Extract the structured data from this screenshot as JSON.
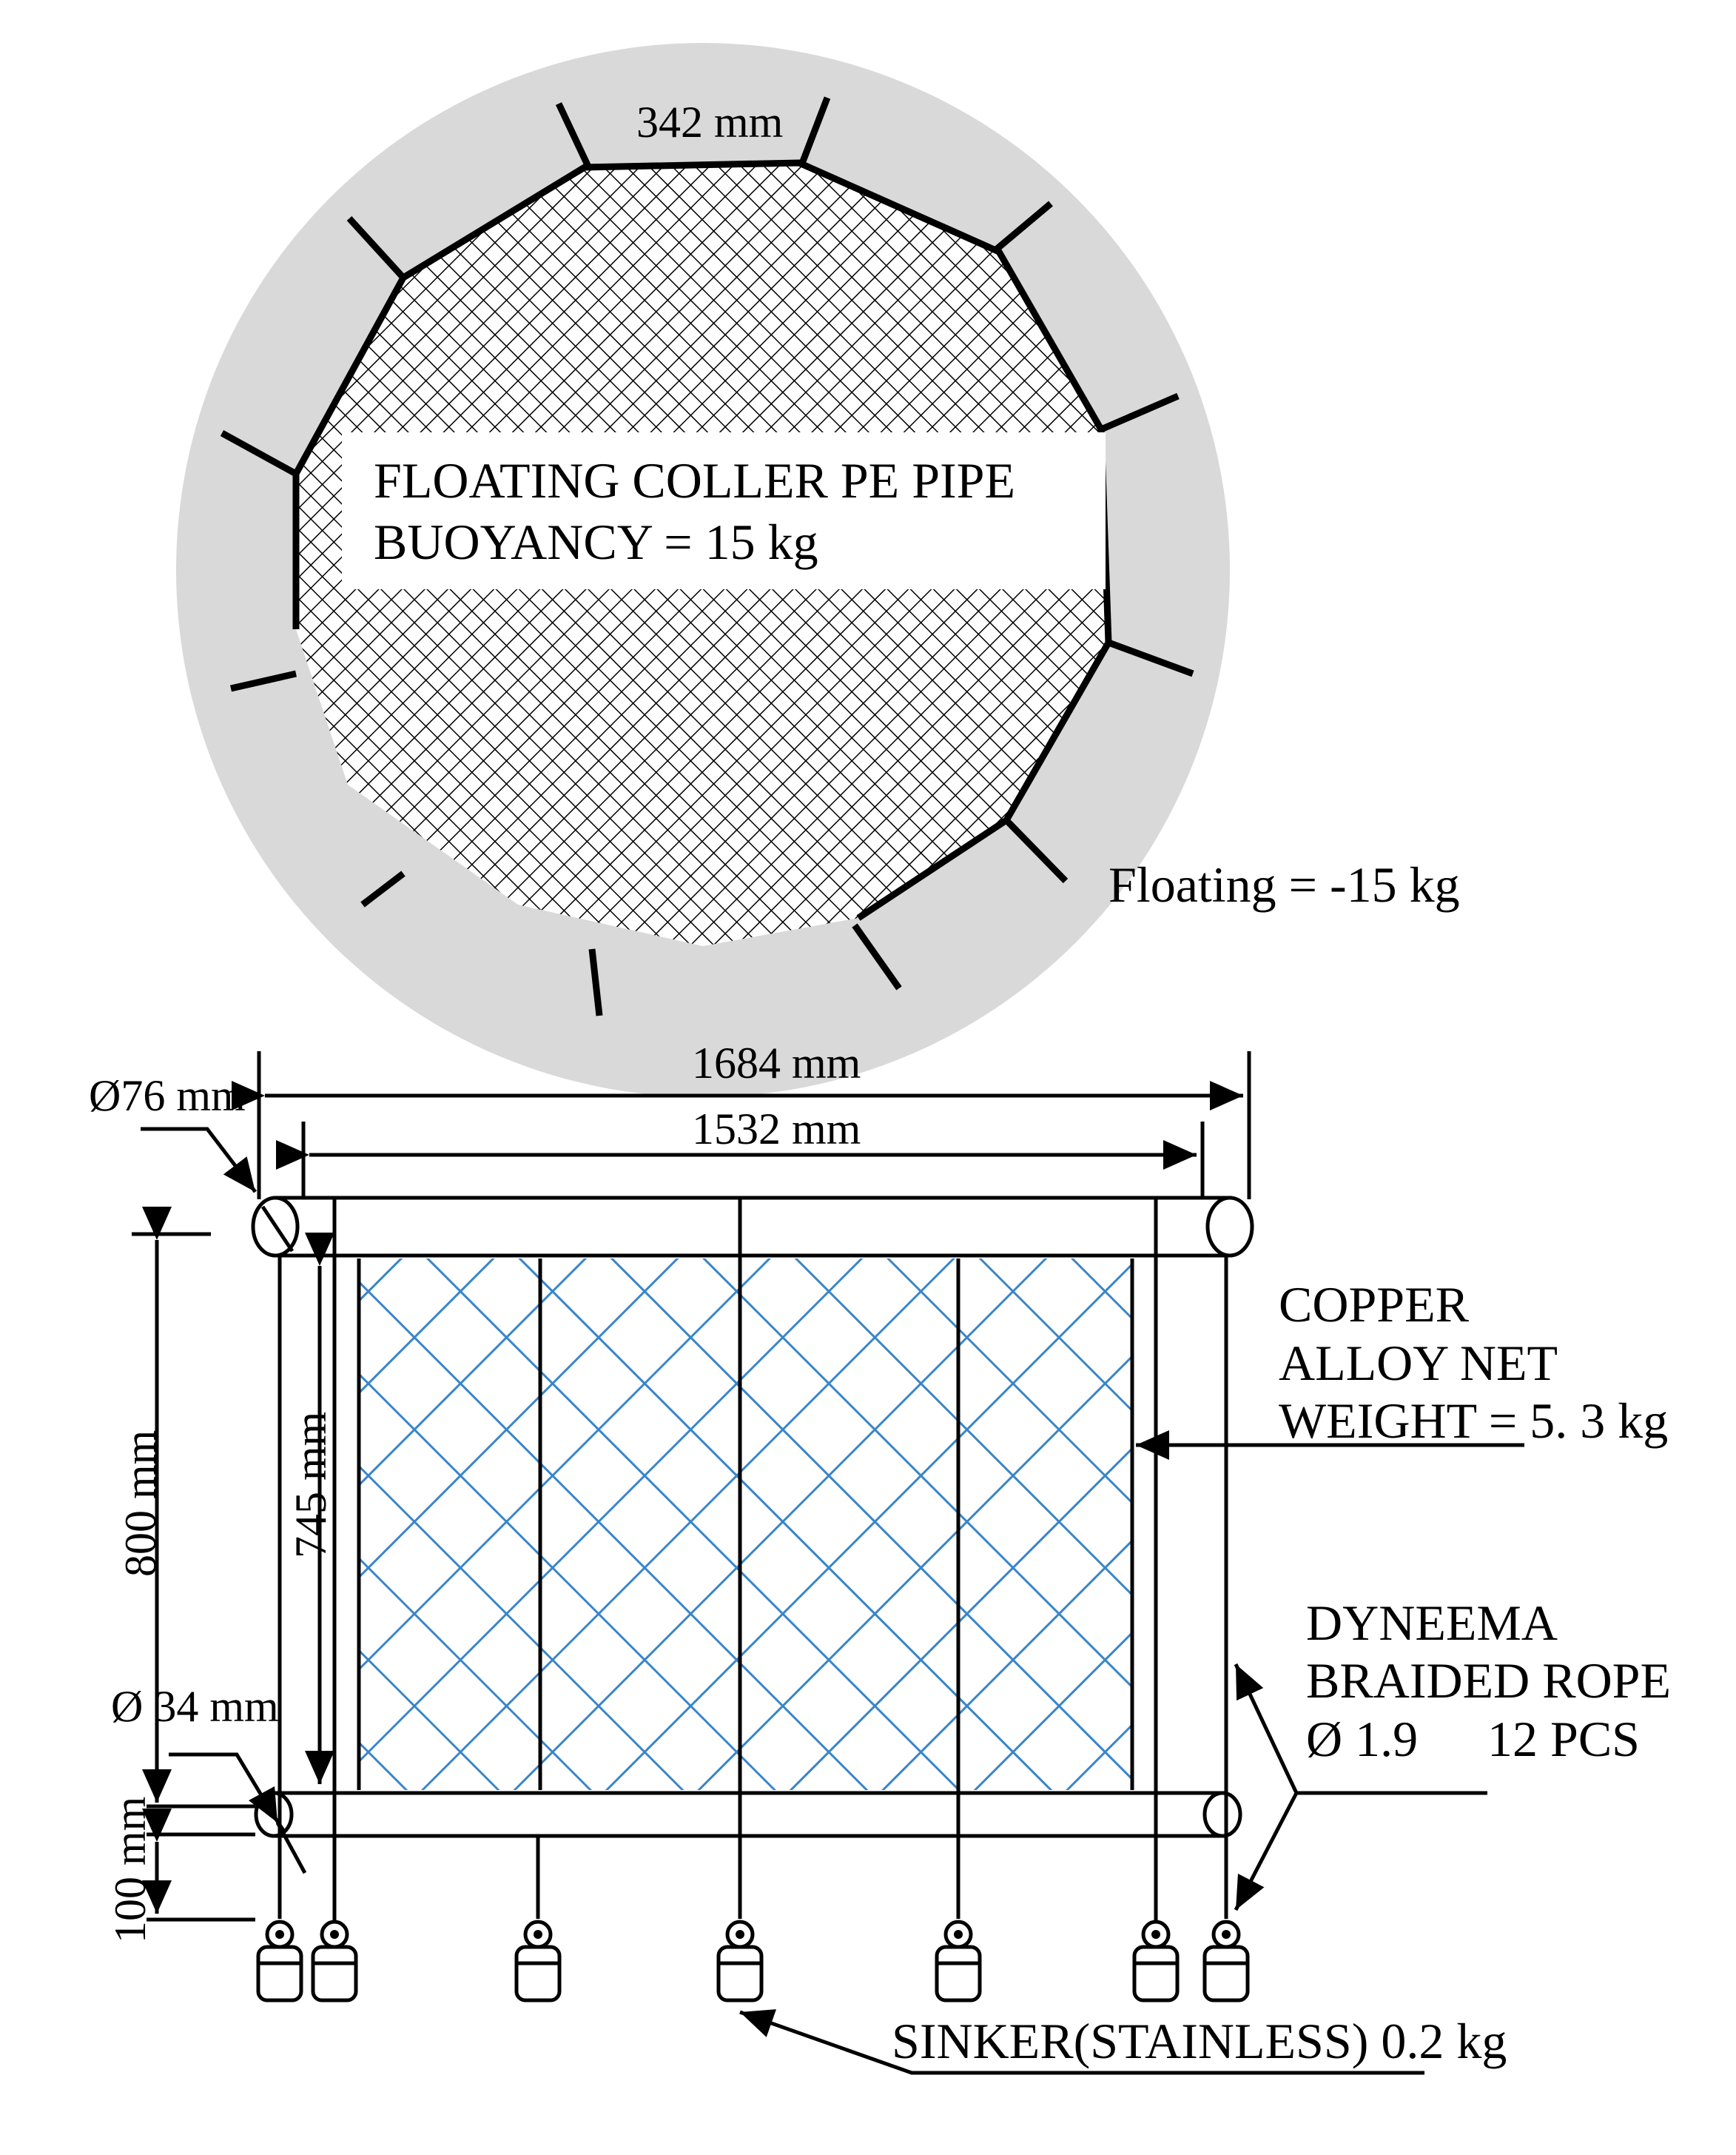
{
  "top_view": {
    "side_length": "342 mm",
    "collar_title": "FLOATING COLLER PE PIPE",
    "collar_buoyancy": "BUOYANCY = 15 kg",
    "floating": "Floating = -15 kg"
  },
  "side_view": {
    "outer_width": "1684 mm",
    "inner_width": "1532 mm",
    "top_pipe_diameter": "Ø76 mm",
    "total_height": "800 mm",
    "net_height": "745 mm",
    "bottom_pipe_diameter": "Ø 34 mm",
    "sinker_drop": "100 mm",
    "net_label": [
      "COPPER",
      "ALLOY NET",
      "WEIGHT = 5. 3 kg"
    ],
    "rope_label": [
      "DYNEEMA",
      "BRAIDED ROPE",
      "Ø 1.9",
      "12 PCS"
    ],
    "sinker_label": "SINKER(STAINLESS) 0.2 kg"
  },
  "colors": {
    "collar_ring": "#d9d9d9",
    "net_blue": "#3a85c8",
    "line": "#000000"
  }
}
